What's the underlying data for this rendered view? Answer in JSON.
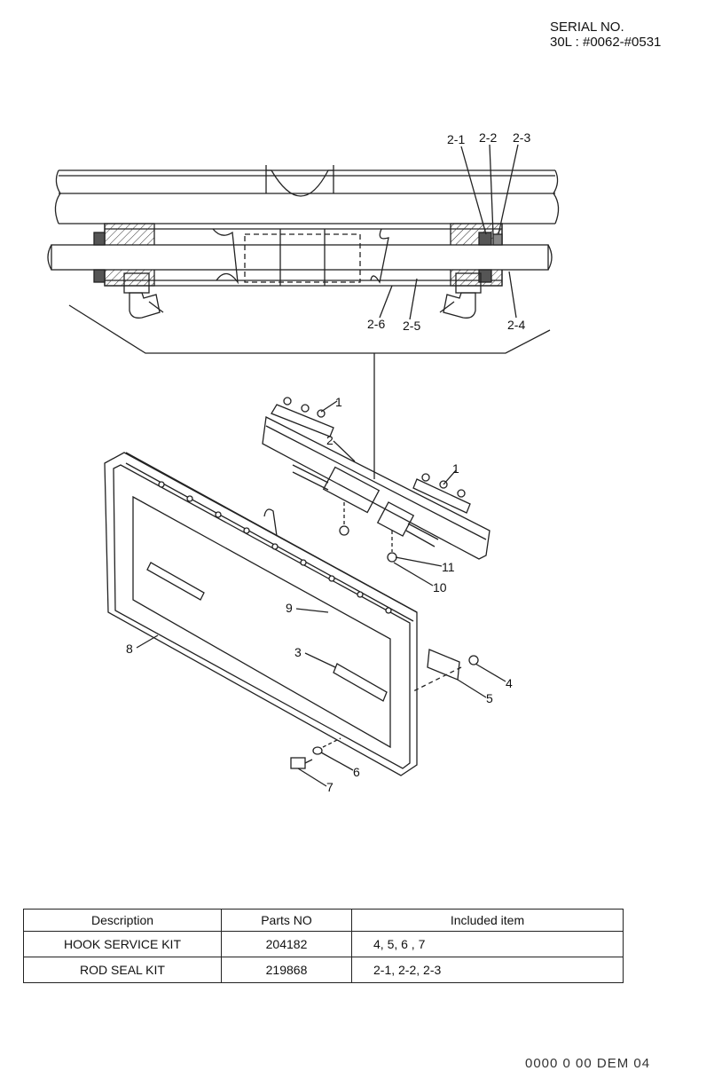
{
  "header": {
    "serial_label": "SERIAL NO.",
    "serial_range": "30L : #0062-#0531"
  },
  "callouts": {
    "c2_1": "2-1",
    "c2_2": "2-2",
    "c2_3": "2-3",
    "c2_4": "2-4",
    "c2_5": "2-5",
    "c2_6": "2-6",
    "c1a": "1",
    "c1b": "1",
    "c2": "2",
    "c3": "3",
    "c4": "4",
    "c5": "5",
    "c6": "6",
    "c7": "7",
    "c8": "8",
    "c9": "9",
    "c10": "10",
    "c11": "11"
  },
  "kits_table": {
    "headers": [
      "Description",
      "Parts NO",
      "Included item"
    ],
    "rows": [
      [
        "HOOK SERVICE KIT",
        "204182",
        "4, 5, 6 , 7"
      ],
      [
        "ROD SEAL KIT",
        "219868",
        "2-1, 2-2, 2-3"
      ]
    ]
  },
  "footer": {
    "page_code": "0000 0 00 DEM 04"
  }
}
